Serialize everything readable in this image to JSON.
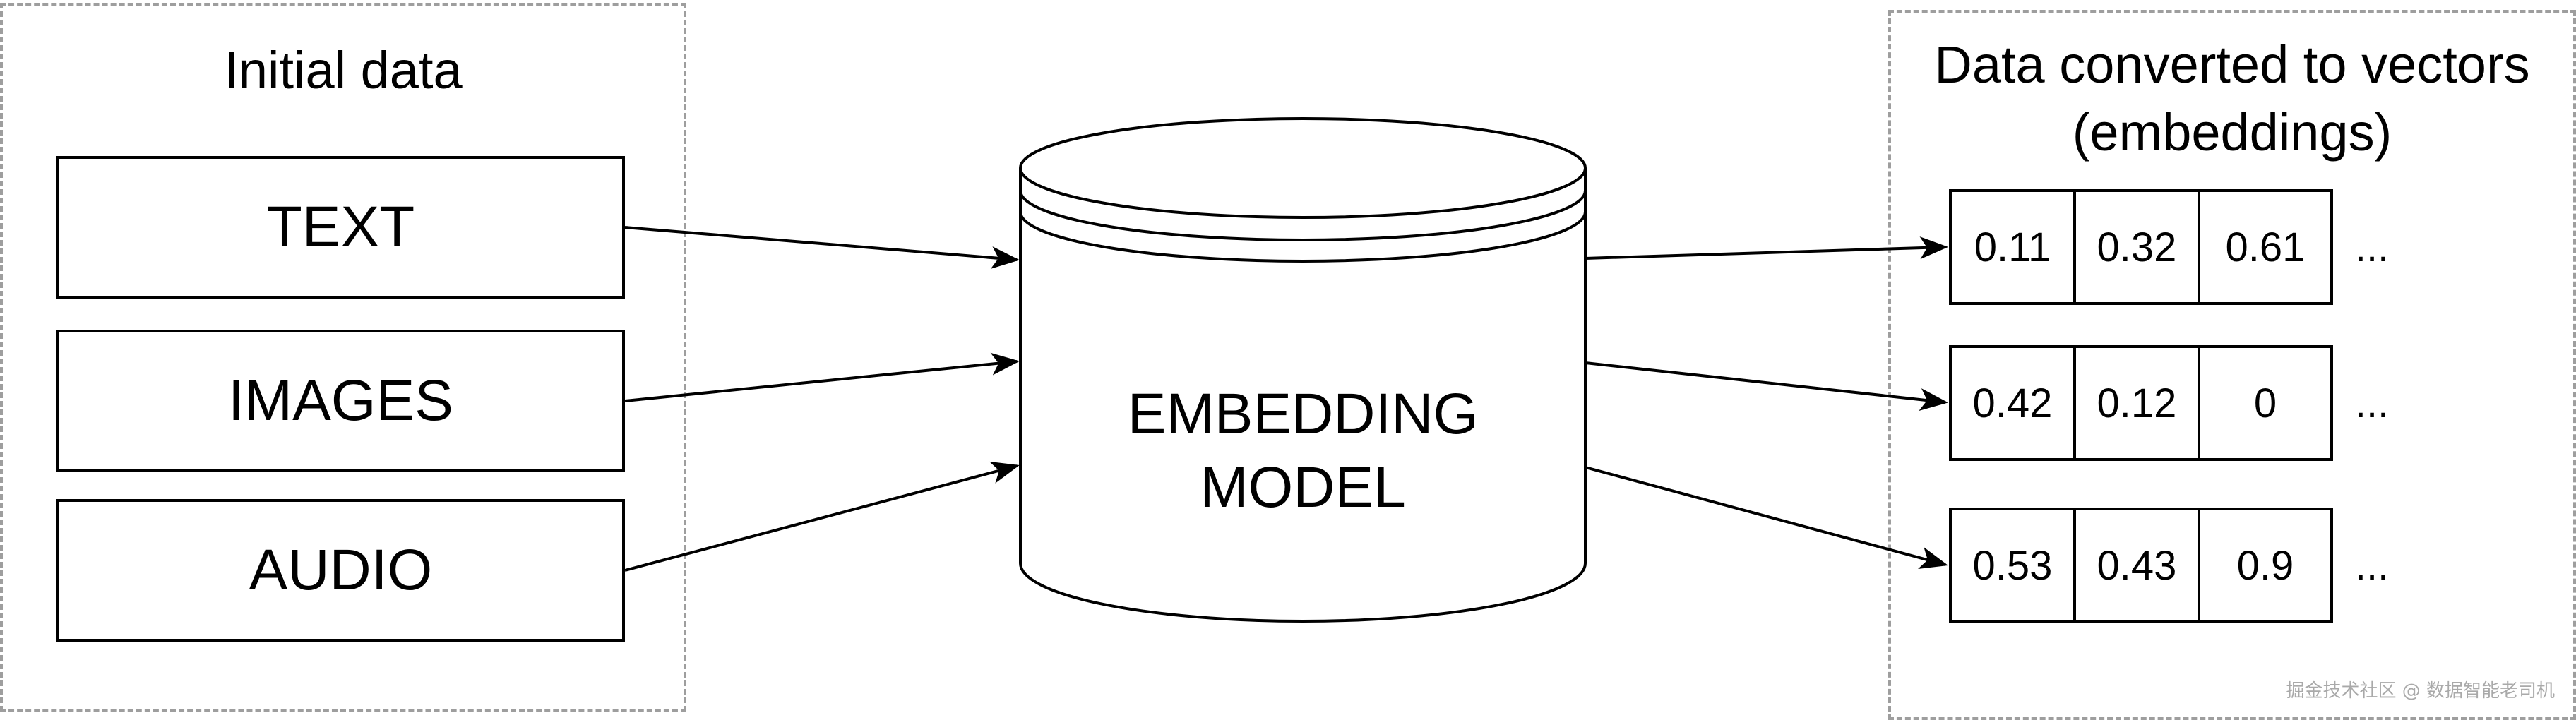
{
  "left_group": {
    "title": "Initial data",
    "items": [
      "TEXT",
      "IMAGES",
      "AUDIO"
    ]
  },
  "model": {
    "line1": "EMBEDDING",
    "line2": "MODEL"
  },
  "right_group": {
    "title_line1": "Data converted to vectors",
    "title_line2": "(embeddings)",
    "vectors": [
      {
        "values": [
          "0.11",
          "0.32",
          "0.61"
        ],
        "more": "..."
      },
      {
        "values": [
          "0.42",
          "0.12",
          "0"
        ],
        "more": "..."
      },
      {
        "values": [
          "0.53",
          "0.43",
          "0.9"
        ],
        "more": "..."
      }
    ]
  },
  "watermark": "掘金技术社区 @ 数据智能老司机"
}
